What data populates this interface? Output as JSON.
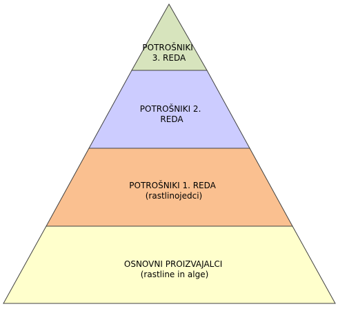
{
  "levels": [
    {
      "id": "consumers-3",
      "lines": [
        "POTROŠNIKI",
        "3. REDA"
      ],
      "fill": "#d7e4bd"
    },
    {
      "id": "consumers-2",
      "lines": [
        "POTROŠNIKI 2.",
        "REDA"
      ],
      "fill": "#ccccff"
    },
    {
      "id": "consumers-1",
      "lines": [
        "POTROŠNIKI 1. REDA",
        "(rastlinojedci)"
      ],
      "fill": "#fac090"
    },
    {
      "id": "producers",
      "lines": [
        "OSNOVNI PROIZVAJALCI",
        "(rastline in alge)"
      ],
      "fill": "#ffffcc"
    }
  ],
  "outline_color": "#404040"
}
